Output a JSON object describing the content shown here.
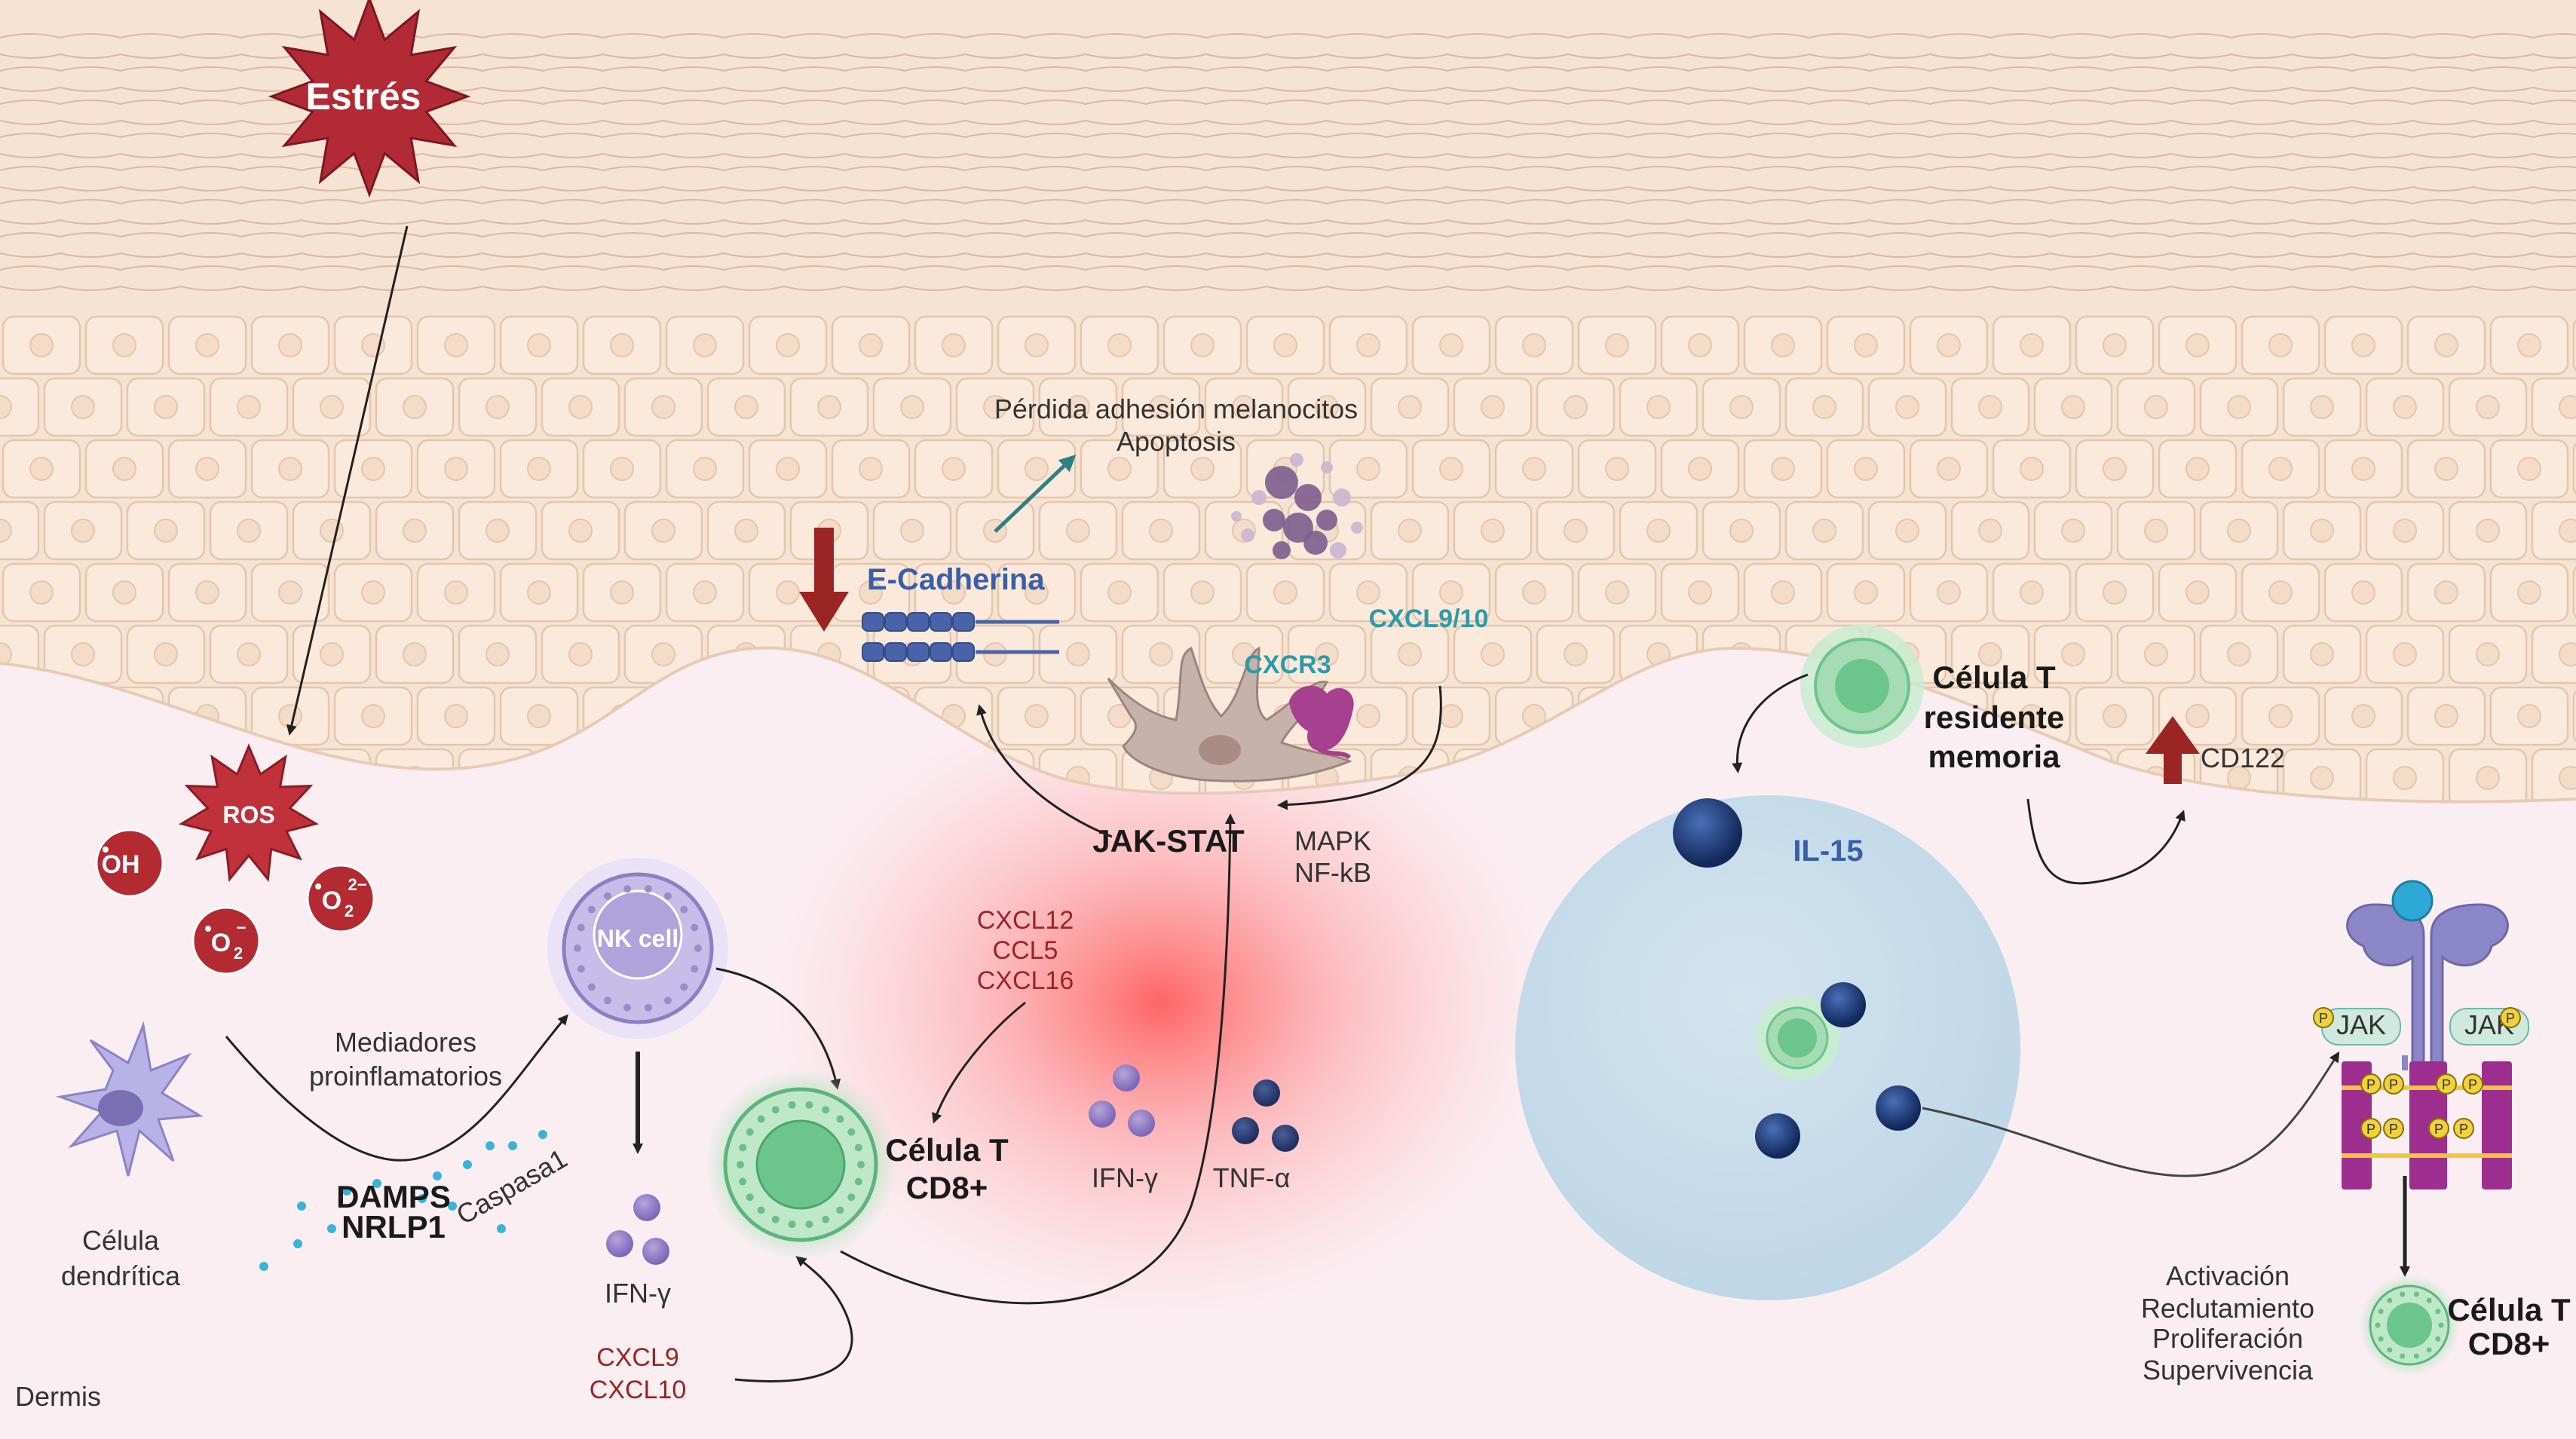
{
  "labels": {
    "stress": "Estrés",
    "ros": "ROS",
    "oh": "OH",
    "o2": "O",
    "o2_sub": "2",
    "o2_sup": "−",
    "o22_sub": "2",
    "o22_sup": "2−",
    "nk_cell": "NK cell",
    "mediators_1": "Mediadores",
    "mediators_2": "proinflamatorios",
    "caspasa": "Caspasa1",
    "damps_1": "DAMPS",
    "damps_2": "NRLP1",
    "dendritic_1": "Célula",
    "dendritic_2": "dendrítica",
    "ifng_left": "IFN-γ",
    "cxcl9": "CXCL9",
    "cxcl10": "CXCL10",
    "dermis": "Dermis",
    "tcell_cd8_1": "Célula T",
    "tcell_cd8_2": "CD8+",
    "chem_1": "CXCL12",
    "chem_2": "CCL5",
    "chem_3": "CXCL16",
    "jak_stat": "JAK-STAT",
    "mapk_1": "MAPK",
    "mapk_2": "NF-kB",
    "ifng_center": "IFN-γ",
    "tnfa": "TNF-α",
    "ecad": "E-Cadherina",
    "melano_1": "Pérdida adhesión melanocitos",
    "melano_2": "Apoptosis",
    "cxcr3": "CXCR3",
    "cxcl910": "CXCL9/10",
    "trm_1": "Célula T",
    "trm_2": "residente",
    "trm_3": "memoria",
    "il15": "IL-15",
    "cd122": "CD122",
    "jak": "JAK",
    "p": "P",
    "act_1": "Activación",
    "act_2": "Reclutamiento",
    "act_3": "Proliferación",
    "act_4": "Supervivencia",
    "tcell_right_1": "Célula T",
    "tcell_right_2": "CD8+"
  },
  "colors": {
    "dermis": "#fbeef3",
    "epidermis_cells": "#fbeadb",
    "stratum_corneum": "#f6e4d8",
    "stress_red": "#b22a35",
    "ros_red": "#c0313b",
    "nk_purple": "#c8bde8",
    "tcell_green": "#7fcf99",
    "il15_blue": "#1f3d7a",
    "inflammation_red": "#ff5a5a",
    "teal_arrow": "#2d7f86",
    "receptor_purple": "#9d2d8e",
    "melanocyte": "#b9a29b"
  }
}
